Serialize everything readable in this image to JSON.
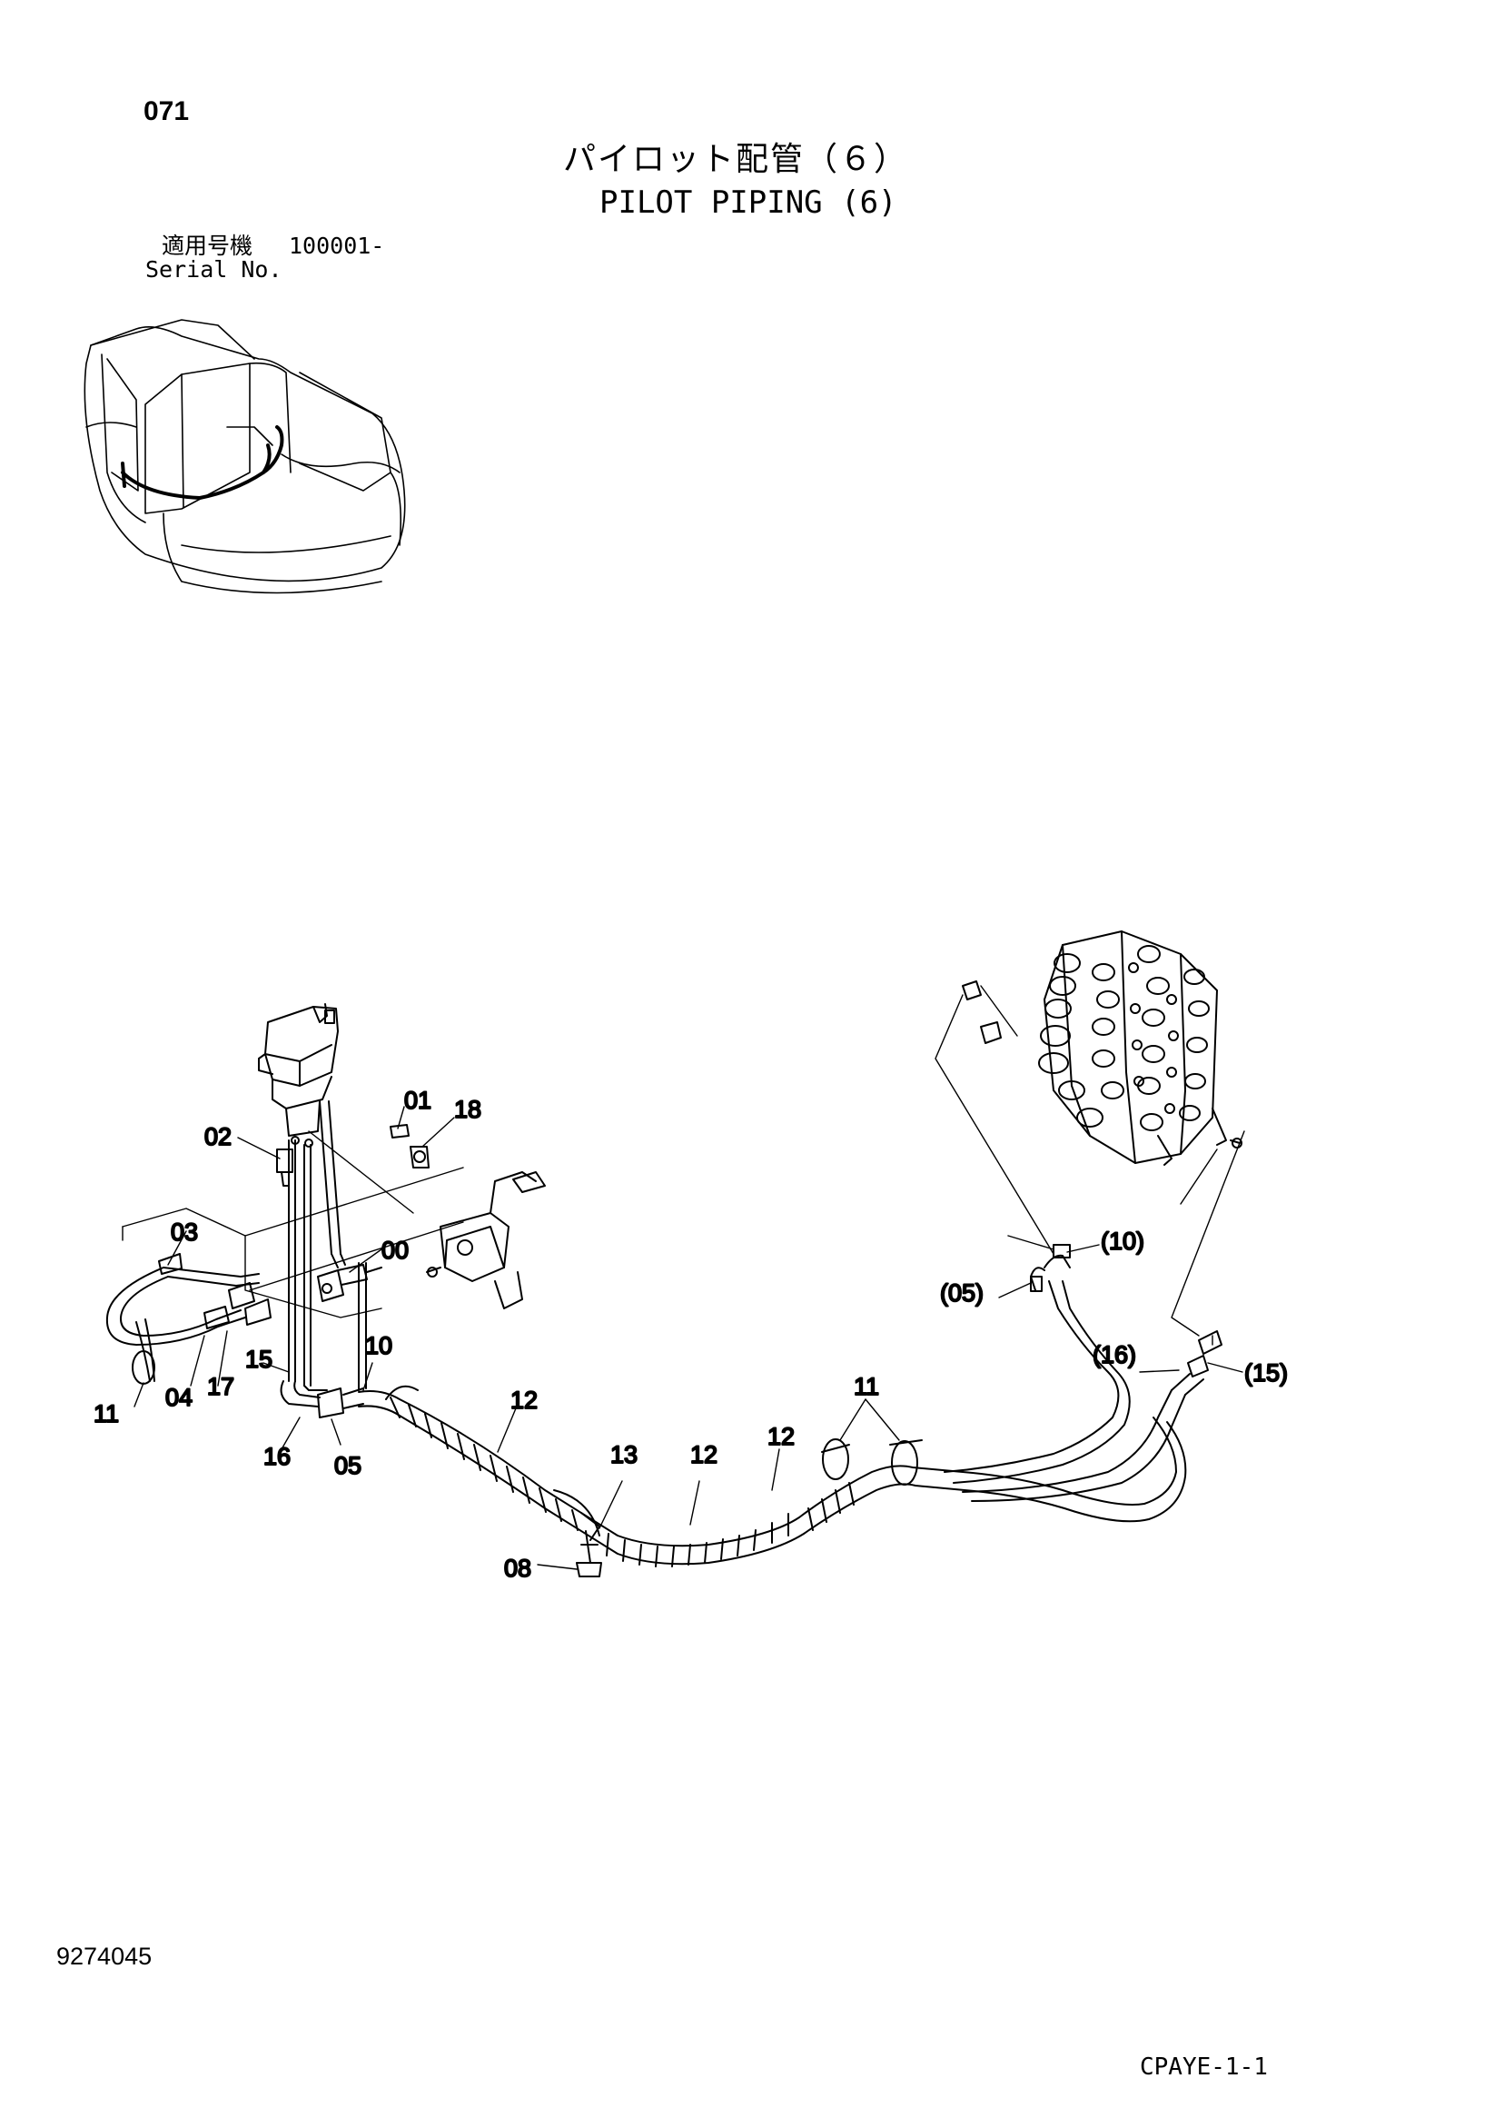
{
  "header": {
    "page_number": "071",
    "title_ja": "パイロット配管（６）",
    "title_en": "PILOT PIPING (6)",
    "serial_label_ja": "適用号機",
    "serial_value": "100001-",
    "serial_label_en": "Serial No."
  },
  "diagram": {
    "callouts": [
      {
        "id": "c01",
        "label": "01"
      },
      {
        "id": "c18",
        "label": "18"
      },
      {
        "id": "c02",
        "label": "02"
      },
      {
        "id": "c03",
        "label": "03"
      },
      {
        "id": "c00",
        "label": "00"
      },
      {
        "id": "c15a",
        "label": "15"
      },
      {
        "id": "c10a",
        "label": "10"
      },
      {
        "id": "c11a",
        "label": "11"
      },
      {
        "id": "c04",
        "label": "04"
      },
      {
        "id": "c17",
        "label": "17"
      },
      {
        "id": "c16a",
        "label": "16"
      },
      {
        "id": "c05a",
        "label": "05"
      },
      {
        "id": "c12a",
        "label": "12"
      },
      {
        "id": "c13",
        "label": "13"
      },
      {
        "id": "c12b",
        "label": "12"
      },
      {
        "id": "c12c",
        "label": "12"
      },
      {
        "id": "c11b",
        "label": "11"
      },
      {
        "id": "c08",
        "label": "08"
      },
      {
        "id": "c10b",
        "label": "(10)"
      },
      {
        "id": "c05b",
        "label": "(05)"
      },
      {
        "id": "c16b",
        "label": "(16)"
      },
      {
        "id": "c15b",
        "label": "(15)"
      }
    ]
  },
  "footer": {
    "doc_number": "9274045",
    "sheet_code": "CPAYE-1-1"
  }
}
